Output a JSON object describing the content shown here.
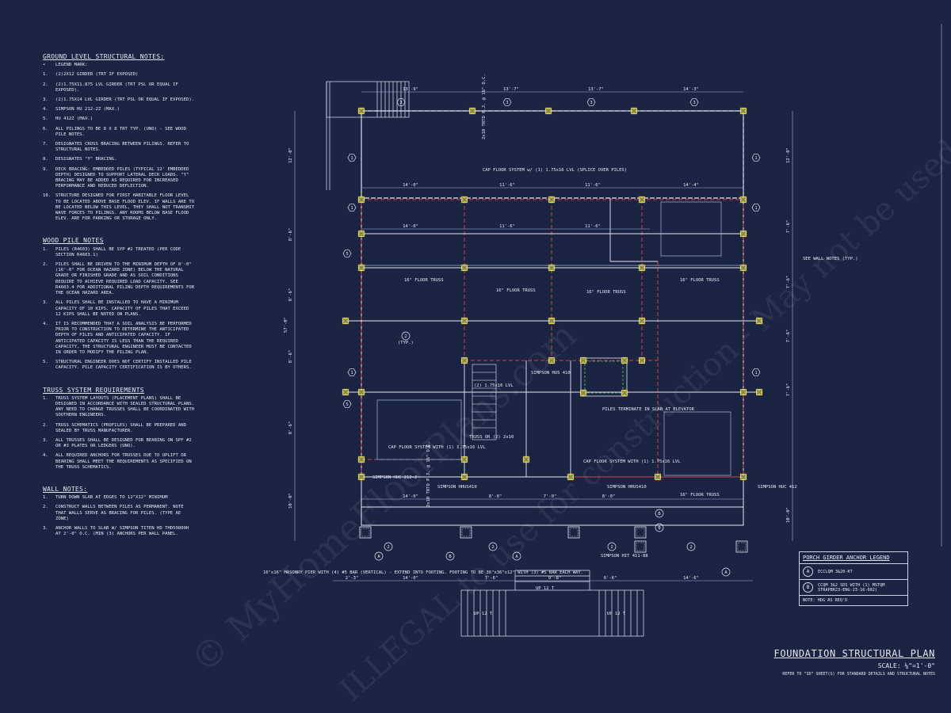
{
  "ground_notes": {
    "title": "GROUND LEVEL STRUCTURAL NOTES:",
    "legend_label": "LEGEND MARK:",
    "items": [
      {
        "n": "1.",
        "t": "(2)2x12 GIRDER (TRT IF EXPOSED)"
      },
      {
        "n": "2.",
        "t": "(2)1.75x11.875 LVL GIRDER (TRT PSL OR EQUAL IF EXPOSED)."
      },
      {
        "n": "3.",
        "t": "(2)1.75x14 LVL GIRDER (TRT PSL OR EQUAL IF EXPOSED)."
      },
      {
        "n": "4.",
        "t": "SIMPSON HU 212-2Z (MAX.)"
      },
      {
        "n": "5.",
        "t": "HU 412Z (MAX.)"
      },
      {
        "n": "6.",
        "t": "ALL PILINGS TO BE 8 x 8 TRT TYP. (UNO) - SEE WOOD PILE NOTES."
      },
      {
        "n": "7.",
        "t": "DESIGNATES CROSS BRACING BETWEEN PILINGS. REFER TO STRUCTURAL NOTES."
      },
      {
        "n": "8.",
        "t": "DESIGNATES \"Y\" BRACING."
      },
      {
        "n": "9.",
        "t": "DECK BRACING: EMBEDDED PILES (TYPICAL 12' EMBEDDED DEPTH) DESIGNED TO SUPPORT LATERAL DECK LOADS. \"Y\" BRACING MAY BE ADDED AS REQUIRED FOR INCREASED PERFORMANCE AND REDUCED DEFLECTION."
      },
      {
        "n": "10.",
        "t": "STRUCTURE DESIGNED FOR FIRST HABITABLE FLOOR LEVEL TO BE LOCATED ABOVE BASE FLOOD ELEV. IF WALLS ARE TO BE LOCATED BELOW THIS LEVEL, THEY SHALL NOT TRANSMIT WAVE FORCES TO PILINGS. ANY ROOMS BELOW BASE FLOOD ELEV. ARE FOR PARKING OR STORAGE ONLY."
      }
    ]
  },
  "wood_pile_notes": {
    "title": "WOOD PILE NOTES",
    "items": [
      {
        "n": "1.",
        "t": "PILES (R4603) SHALL BE SYP #2 TREATED (PER CODE SECTION R4603.1)"
      },
      {
        "n": "2.",
        "t": "PILES SHALL BE DRIVEN TO THE MINIMUM DEPTH OF 8'-0\" (16'-0\" FOR OCEAN HAZARD ZONE) BELOW THE NATURAL GRADE OR FINISHED GRADE AND AS SOIL CONDITIONS REQUIRE TO ACHIEVE REQUIRED LOAD CAPACITY. SEE R4603.4 FOR ADDITIONAL PILING DEPTH REQUIREMENTS FOR THE OCEAN HAZARD AREA."
      },
      {
        "n": "3.",
        "t": "ALL PILES SHALL BE INSTALLED TO HAVE A MINIMUM CAPACITY OF 10 KIPS. CAPACITY OF PILES THAT EXCEED 12 KIPS SHALL BE NOTED ON PLANS."
      },
      {
        "n": "4.",
        "t": "IT IS RECOMMENDED THAT A SOIL ANALYSIS BE PERFORMED PRIOR TO CONSTRUCTION TO DETERMINE THE ANTICIPATED DEPTH OF PILES AND ANTICIPATED CAPACITY. IF ANTICIPATED CAPACITY IS LESS THAN THE REQUIRED CAPACITY, THE STRUCTURAL ENGINEER MUST BE CONTACTED IN ORDER TO MODIFY THE PILING PLAN."
      },
      {
        "n": "5.",
        "t": "STRUCTURAL ENGINEER DOES NOT CERTIFY INSTALLED PILE CAPACITY. PILE CAPACITY CERTIFICATION IS BY OTHERS."
      }
    ]
  },
  "truss_requirements": {
    "title": "TRUSS SYSTEM REQUIREMENTS",
    "items": [
      {
        "n": "1.",
        "t": "TRUSS SYSTEM LAYOUTS (PLACEMENT PLANS) SHALL BE DESIGNED IN ACCORDANCE WITH SEALED STRUCTURAL PLANS. ANY NEED TO CHANGE TRUSSES SHALL BE COORDINATED WITH SOUTHERN ENGINEERS."
      },
      {
        "n": "2.",
        "t": "TRUSS SCHEMATICS (PROFILES) SHALL BE PREPARED AND SEALED BY TRUSS MANUFACTURER."
      },
      {
        "n": "3.",
        "t": "ALL TRUSSES SHALL BE DESIGNED FOR BEARING ON SPF #2 OR #3 PLATES OR LEDGERS (UNO)."
      },
      {
        "n": "4.",
        "t": "ALL REQUIRED ANCHORS FOR TRUSSES DUE TO UPLIFT OR BEARING SHALL MEET THE REQUIREMENTS AS SPECIFIED ON THE TRUSS SCHEMATICS."
      }
    ]
  },
  "wall_notes": {
    "title": "WALL NOTES:",
    "items": [
      {
        "n": "1.",
        "t": "TURN DOWN SLAB AT EDGES TO 12\"x12\" MINIMUM"
      },
      {
        "n": "2.",
        "t": "CONSTRUCT WALLS BETWEEN PILES AS PERMANENT. NOTE THAT WALLS SERVE AS BRACING FOR PILES. (TYPE AE ZONE)"
      },
      {
        "n": "3.",
        "t": "ANCHOR WALLS TO SLAB W/ SIMPSON TITEN HD THD50800H AT 2'-0\" O.C. (MIN (3) ANCHORS PER WALL PANEL."
      }
    ]
  },
  "plan": {
    "top_dims": [
      "13'-9\"",
      "13'-7\"",
      "13'-7\"",
      "14'-3\""
    ],
    "row_dims_1": [
      "14'-0\"",
      "11'-6\"",
      "11'-6\"",
      "14'-4\""
    ],
    "row_dims_2": [
      "14'-0\"",
      "11'-6\"",
      "11'-6\""
    ],
    "bottom_dims": [
      "14'-0\"",
      "8'-0\"",
      "7'-0\"",
      "8'-0\""
    ],
    "base_dims": [
      "2'-3\"",
      "14'-0\"",
      "7'-6\"",
      "9'-8\"",
      "6'-6\"",
      "14'-6\""
    ],
    "left_dims": [
      "12'-0\"",
      "8'-6\"",
      "8'-6\"",
      "8'-6\"",
      "8'-6\"",
      "10'-0\""
    ],
    "right_dims": [
      "12'-0\"",
      "7'-6\"",
      "7'-6\"",
      "7'-6\"",
      "7'-6\"",
      "10'-0\""
    ],
    "overall_height": "57'-0\"",
    "labels": {
      "cap_floor_top": "CAP FLOOR SYSTEM w/ (1) 1.75x16 LVL (SPLICE OVER PILES)",
      "floor_truss_left": "16\" FLOOR TRUSS",
      "floor_truss_mid": "16\" FLOOR TRUSS",
      "floor_truss_mid2": "16\" FLOOR TRUSS",
      "floor_truss_right": "16\" FLOOR TRUSS",
      "floor_truss_bottom": "16\" FLOOR TRUSS",
      "see_wall_notes": "SEE WALL NOTES (TYP.)",
      "typ": "(TYP.)",
      "simpson_hus410": "SIMPSON HUS 410",
      "piles_terminate": "PILES TERMINATE IN SLAB AT ELEVATOR",
      "cap_floor_left": "CAP FLOOR SYSTEM WITH (1) 1.75x16 LVL",
      "cap_floor_mid": "CAP FLOOR SYSTEM WITH (1) 1.75x16 LVL",
      "simpson_huc212": "SIMPSON HUC 212-2",
      "simpson_hhus410a": "SIMPSON HHUS410",
      "simpson_hhus410b": "SIMPSON HHUS410",
      "simpson_huc412": "SIMPSON HUC 412",
      "simpson_hit": "SIMPSON HIT 411-88",
      "truss_or": "TRUSS OR (2) 2x10",
      "lvl_note": "(2) 1.75x16 LVL",
      "masonry_pier": "16\"x16\" MASONRY PIER WITH (4) #5 BAR (VERTICAL) - EXTEND INTO FOOTING. FOOTING TO BE 36\"x36\"x12\" WITH (3) #5 BAR EACH WAY.",
      "up_stair": "UP 12 T",
      "up_left": "UP 12 T",
      "up_right": "UP 12 T",
      "rated_1": "2x10 TRTD P.J. @ 16\" O.C.",
      "rated_2": "2x10 TRTD P.J. @ 16\" O.C."
    },
    "callout_numbers": [
      "1",
      "2",
      "3",
      "5"
    ],
    "anchor_letters": [
      "A",
      "B"
    ]
  },
  "legend": {
    "title": "PORCH GIRDER ANCHOR LEGEND",
    "rows": [
      {
        "mark": "A",
        "text": "ECCLQM 3&20-KT"
      },
      {
        "mark": "B",
        "text": "CCQM 3&2 SDS WITH (1) MSTQM STRAPBR23-ENG-23-16-002)"
      }
    ],
    "note": "NOTE: HDG AS REQ'D"
  },
  "title_block": {
    "title": "FOUNDATION STRUCTURAL PLAN",
    "scale": "SCALE: ¼\"=1'-0\"",
    "ref": "REFER TO \"SD\" SHEET(S) FOR STANDARD DETAILS AND STRUCTURAL NOTES"
  },
  "watermark": {
    "line1": "© MyHomeFloorPlans.com",
    "line2": "ILLEGAL to use for construction - May not be used for estimations"
  },
  "colors": {
    "background": "#1c2444",
    "line": "#e6e9f2",
    "red_girder": "#d8404a",
    "pile_yellow": "#e7d84a",
    "pile_green": "#5fc468",
    "blue_dim": "#9fb6e0"
  }
}
